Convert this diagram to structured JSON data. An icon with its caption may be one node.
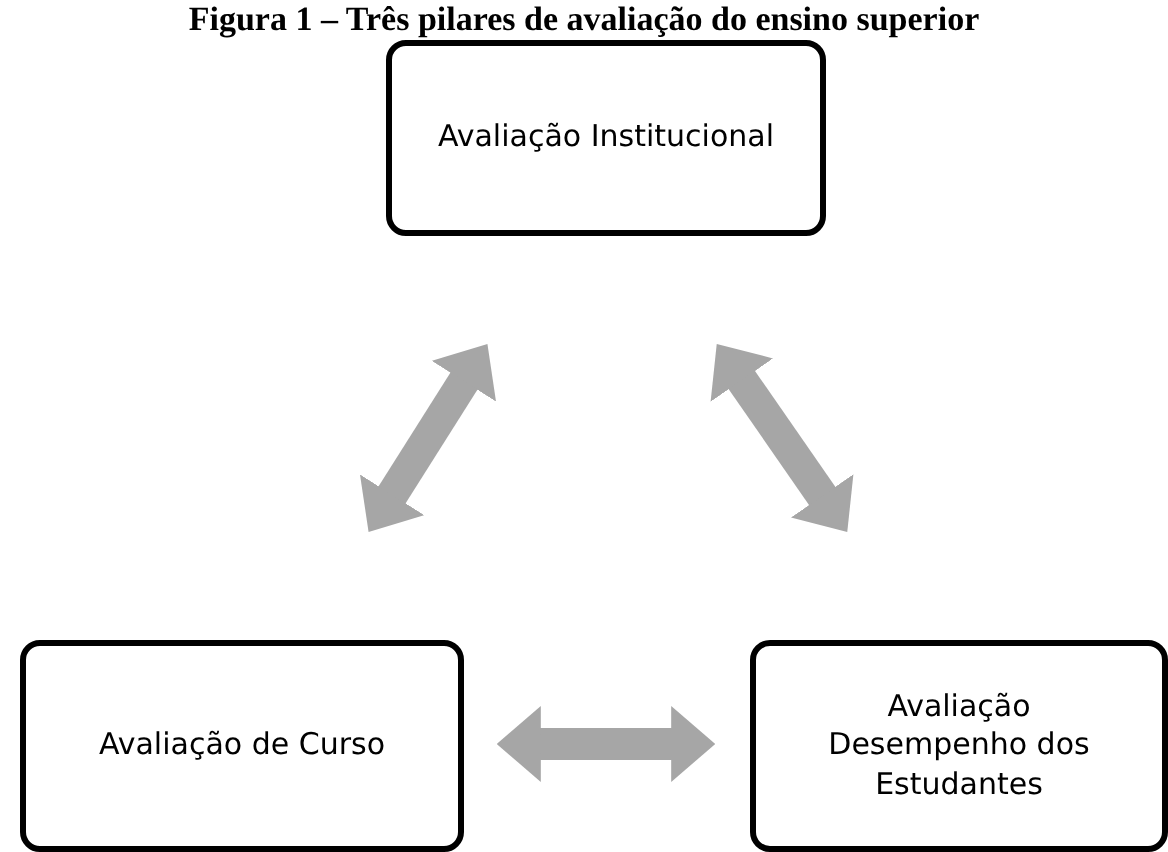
{
  "diagram": {
    "title": "Figura 1 – Três pilares de avaliação do ensino superior",
    "nodes": [
      {
        "text": [
          "Avaliação Institucional"
        ]
      },
      {
        "text": [
          "Avaliação de Curso"
        ]
      },
      {
        "text": [
          "Avaliação Desempenho dos Estudantes"
        ]
      }
    ],
    "edges": [
      {
        "from": 0,
        "to": 1,
        "arrow": "both"
      },
      {
        "from": 0,
        "to": 2,
        "arrow": "both"
      },
      {
        "from": 1,
        "to": 2,
        "arrow": "both"
      }
    ]
  }
}
